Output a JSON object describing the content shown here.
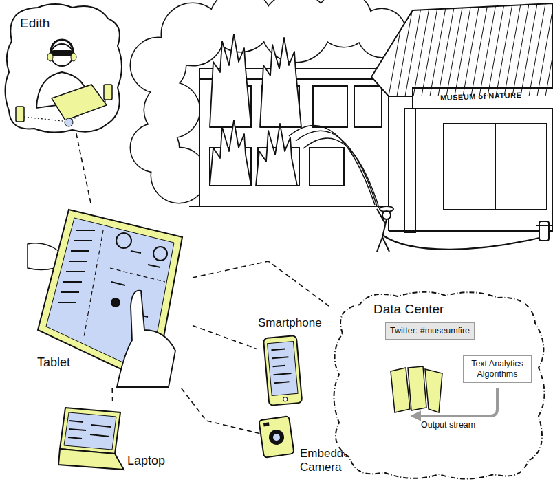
{
  "diagram": {
    "nodes": [
      {
        "text": [
          "Edith"
        ]
      },
      {
        "text": [
          "Tablet"
        ]
      },
      {
        "text": [
          "Smartphone"
        ]
      },
      {
        "text": [
          "Laptop"
        ]
      },
      {
        "text": [
          "Embedded Camera"
        ]
      },
      {
        "text": [
          "Data Center"
        ]
      },
      {
        "text": [
          "Twitter: #museumfire"
        ],
        "in": 5
      },
      {
        "text": [
          "Text Analytics Algorithms"
        ],
        "in": 5
      }
    ],
    "edges": [
      {
        "from": 1,
        "to": 0,
        "arrow": "none"
      },
      {
        "from": 1,
        "to": 2,
        "arrow": "none"
      },
      {
        "from": 1,
        "to": 5,
        "arrow": "none"
      },
      {
        "from": 1,
        "to": 3,
        "arrow": "none"
      },
      {
        "from": 1,
        "to": 4,
        "arrow": "none"
      },
      {
        "from": 6,
        "to": 7,
        "arrow": "to"
      }
    ],
    "labels": [
      "MUSEUM of NATURE",
      "Output stream"
    ]
  }
}
